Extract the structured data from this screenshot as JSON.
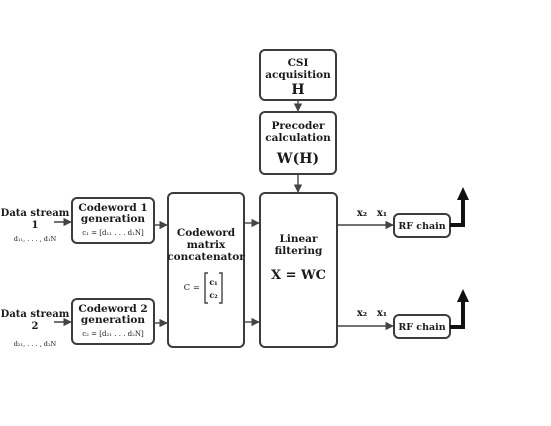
{
  "csi": {
    "line1": "CSI",
    "line2": "acquisition",
    "symbol": "H"
  },
  "precoder": {
    "line1": "Precoder",
    "line2": "calculation",
    "symbol": "W(H)"
  },
  "stream1": {
    "line1": "Data stream",
    "line2": "1",
    "symbols": "d₁₁, . . . , d₁N"
  },
  "stream2": {
    "line1": "Data stream",
    "line2": "2",
    "symbols": "d₂₁, . . . , d₂N"
  },
  "cw1": {
    "line1": "Codeword 1",
    "line2": "generation",
    "formula": "c₁ = [d₁₁ . . . d₁N]"
  },
  "cw2": {
    "line1": "Codeword 2",
    "line2": "generation",
    "formula": "c₂ = [d₂₁ . . . d₂N]"
  },
  "concat": {
    "line1": "Codeword",
    "line2": "matrix",
    "line3": "concatenator",
    "lhs": "C =",
    "row1": "c₁",
    "row2": "c₂"
  },
  "filter": {
    "line1": "Linear",
    "line2": "filtering",
    "formula": "X = WC"
  },
  "out_top": {
    "x2": "x₂",
    "x1": "x₁"
  },
  "out_bottom": {
    "x2": "x₂",
    "x1": "x₁"
  },
  "rf1": {
    "label": "RF chain"
  },
  "rf2": {
    "label": "RF chain"
  }
}
